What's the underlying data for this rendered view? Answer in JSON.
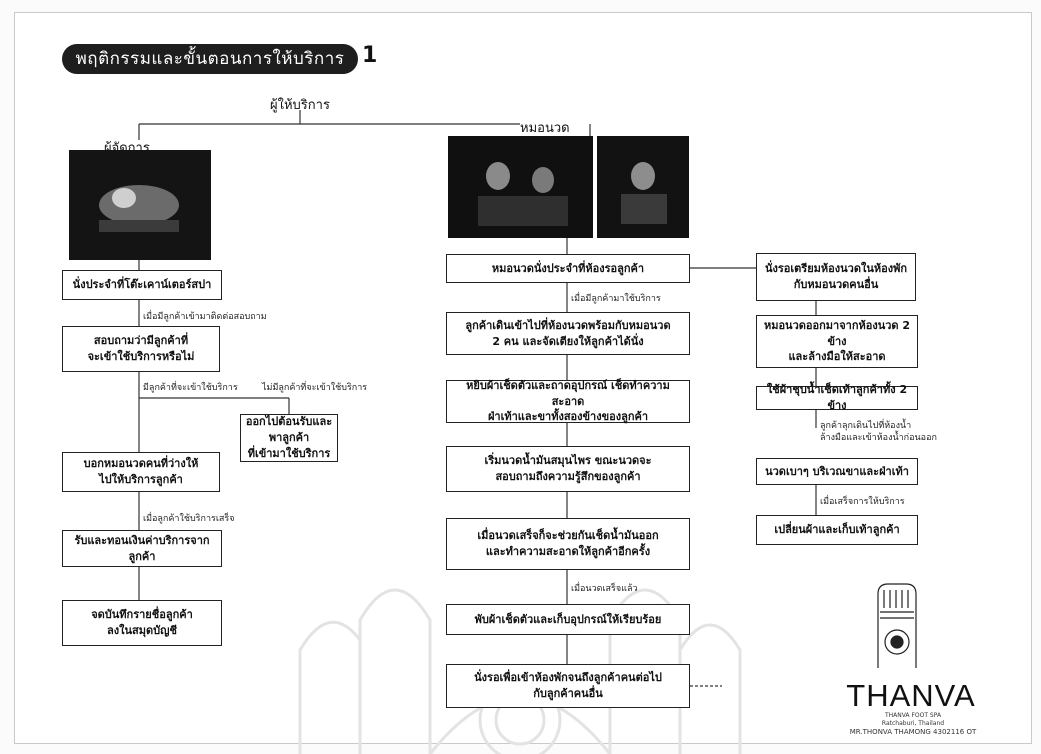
{
  "title": {
    "text": "พฤติกรรมและขั้นตอนการให้บริการ",
    "number": "1"
  },
  "root_label": "ผู้ให้บริการ",
  "branches": {
    "manager": "ผู้จัดการ",
    "therapist": "หมอนวด"
  },
  "manager_flow": {
    "boxes": [
      [
        "นั่งประจำที่โต๊ะเคาน์เตอร์สปา"
      ],
      [
        "สอบถามว่ามีลูกค้าที่",
        "จะเข้าใช้บริการหรือไม่"
      ],
      [
        "ออกไปต้อนรับและพาลูกค้า",
        "ที่เข้ามาใช้บริการ"
      ],
      [
        "บอกหมอนวดคนที่ว่างให้",
        "ไปให้บริการลูกค้า"
      ],
      [
        "รับและทอนเงินค่าบริการจากลูกค้า"
      ],
      [
        "จดบันทึกรายชื่อลูกค้า",
        "ลงในสมุดบัญชี"
      ]
    ],
    "notes": {
      "n1": "เมื่อมีลูกค้าเข้ามาติดต่อสอบถาม",
      "yes": "มีลูกค้าที่จะเข้าใช้บริการ",
      "no": "ไม่มีลูกค้าที่จะเข้าใช้บริการ",
      "n3": "เมื่อลูกค้าใช้บริการเสร็จ"
    }
  },
  "therapist_flow": {
    "boxes": [
      [
        "หมอนวดนั่งประจำที่ห้องรอลูกค้า"
      ],
      [
        "ลูกค้าเดินเข้าไปที่ห้องนวดพร้อมกับหมอนวด",
        "2 คน และจัดเตียงให้ลูกค้าได้นั่ง"
      ],
      [
        "หยิบผ้าเช็ดตัวและถาดอุปกรณ์ เช็ดทำความสะอาด",
        "ฝ่าเท้าและขาทั้งสองข้างของลูกค้า"
      ],
      [
        "เริ่มนวดน้ำมันสมุนไพร ขณะนวดจะ",
        "สอบถามถึงความรู้สึกของลูกค้า"
      ],
      [
        "เมื่อนวดเสร็จก็จะช่วยกันเช็ดน้ำมันออก",
        "และทำความสะอาดให้ลูกค้าอีกครั้ง"
      ],
      [
        "พับผ้าเช็ดตัวและเก็บอุปกรณ์ให้เรียบร้อย"
      ],
      [
        "นั่งรอเพื่อเข้าห้องพักจนถึงลูกค้าคนต่อไป",
        "กับลูกค้าคนอื่น"
      ]
    ],
    "notes": {
      "n1": "เมื่อมีลูกค้ามาใช้บริการ",
      "n5": "เมื่อนวดเสร็จแล้ว"
    }
  },
  "right_flow": {
    "boxes": [
      [
        "นั่งรอเตรียมห้องนวดในห้องพัก",
        "กับหมอนวดคนอื่น"
      ],
      [
        "หมอนวดออกมาจากห้องนวด 2 ข้าง",
        "และล้างมือให้สะอาด"
      ],
      [
        "ใช้ผ้าชุบน้ำเช็ดเท้าลูกค้าทั้ง 2 ข้าง"
      ],
      [
        "นวดเบาๆ บริเวณขาและฝ่าเท้า"
      ],
      [
        "เปลี่ยนผ้าและเก็บเท้าลูกค้า"
      ]
    ],
    "notes": {
      "n3": [
        "ลูกค้าลุกเดินไปที่ห้องน้ำ",
        "ล้างมือและเข้าห้องน้ำก่อนออก"
      ],
      "n4": "เมื่อเสร็จการให้บริการ"
    }
  },
  "brand": {
    "name": "THANVA",
    "small1": "THANVA FOOT SPA",
    "small2": "Ratchaburi, Thailand",
    "small3": "MR.THONVA THAMONG 4302116 OT"
  },
  "colors": {
    "ink": "#111111",
    "pill": "#1e1e1e",
    "paper": "#ffffff",
    "watermark": "#e4e4e4"
  }
}
